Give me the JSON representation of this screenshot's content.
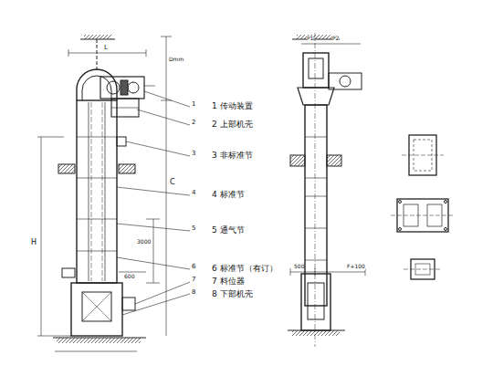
{
  "diagram": {
    "labels": [
      "1 传动装置",
      "2 上部机壳",
      "3 非标准节",
      "4 标准节",
      "5 通气节",
      "6 标准节（有订）",
      "7 料位器",
      "8 下部机壳",
      "1",
      "2",
      "3",
      "4",
      "5",
      "6",
      "7",
      "8",
      "L",
      "Dmm",
      "H",
      "C",
      "3000",
      "600",
      "P1",
      "P2",
      "500",
      "F+100"
    ]
  }
}
